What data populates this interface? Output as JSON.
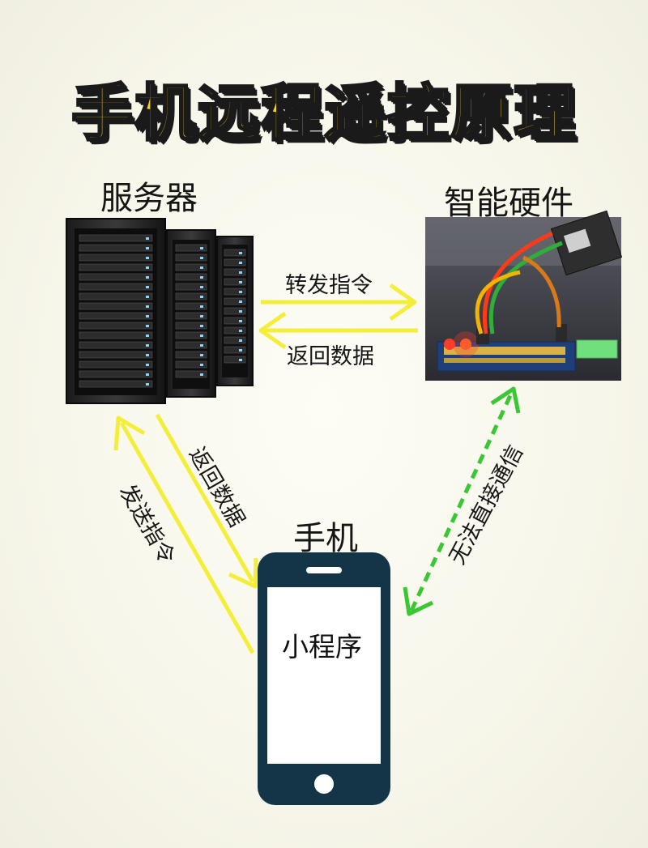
{
  "title": "手机远程遥控原理",
  "nodes": {
    "server": "服务器",
    "hardware": "智能硬件",
    "phone": "手机",
    "phone_app": "小程序"
  },
  "edges": {
    "server_to_hardware": "转发指令",
    "hardware_to_server": "返回数据",
    "server_to_phone": "返回数据",
    "phone_to_server": "发送指令",
    "phone_hardware": "无法直接通信"
  },
  "colors": {
    "title_fill": "#f6d21c",
    "arrow_yellow": "#f4ee3a",
    "arrow_green": "#3bc734",
    "phone_body": "#143448"
  }
}
